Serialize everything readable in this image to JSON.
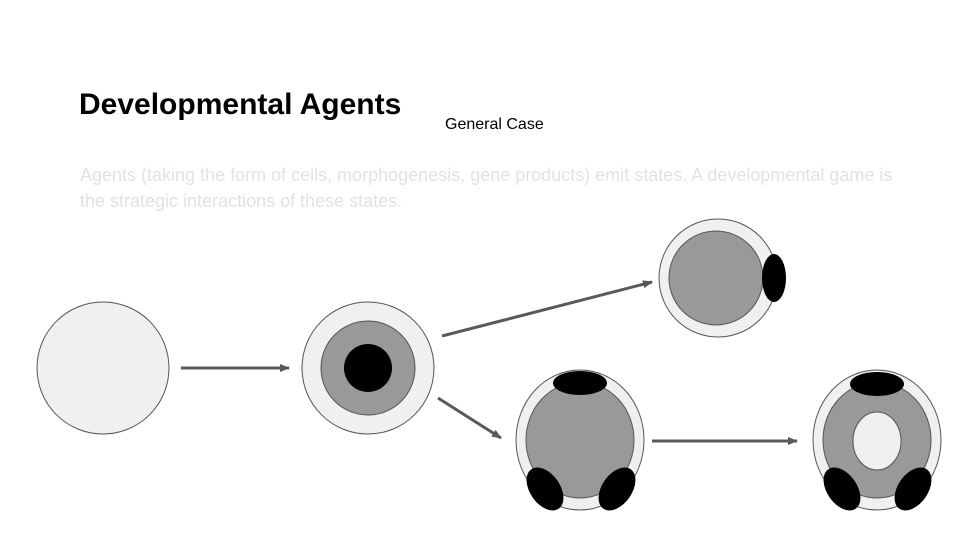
{
  "slide": {
    "title": "Developmental Agents",
    "subtitle": "General Case",
    "description": "Agents (taking the form of cells, morphogenesis, gene products) emit states. A developmental game is the strategic interactions of these states."
  },
  "colors": {
    "light_fill": "#f0f0f0",
    "mid_fill": "#999999",
    "dark_fill": "#000000",
    "outline": "#555555",
    "arrow": "#595959",
    "description_text": "#e2e2e2"
  },
  "diagram": {
    "stages": [
      "undifferentiated-cell",
      "cell-with-nucleus",
      "cell-with-side-marker",
      "cell-with-three-markers",
      "cell-with-three-markers-and-inner-core"
    ],
    "arrows": [
      "cell-1-to-cell-2",
      "cell-2-to-cell-3",
      "cell-2-to-cell-4",
      "cell-4-to-cell-5"
    ]
  }
}
